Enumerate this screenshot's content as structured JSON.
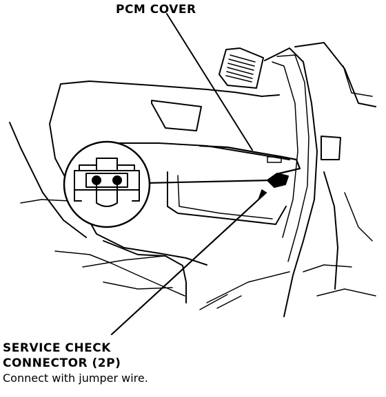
{
  "labels": {
    "pcm_cover": "PCM COVER",
    "service_line1": "SERVICE CHECK",
    "service_line2": "CONNECTOR (2P)",
    "service_note": "Connect with jumper wire."
  },
  "colors": {
    "ink": "#000000",
    "paper": "#ffffff"
  }
}
